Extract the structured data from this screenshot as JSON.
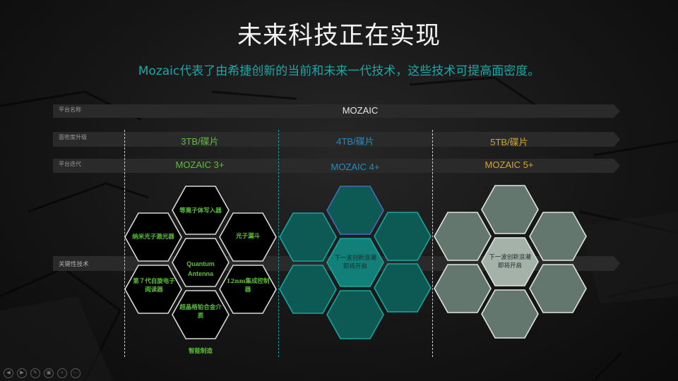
{
  "slide": {
    "title": "未来科技正在实现",
    "subtitle": "Mozaic代表了由希捷创新的当前和未来一代技术，这些技术可提高面密度。"
  },
  "rows": {
    "platform_name": {
      "label": "平台名称",
      "value": "MOZAIC"
    },
    "areal_density": {
      "label": "面密度升级",
      "values": [
        "3TB/碟片",
        "4TB/碟片",
        "5TB/碟片"
      ]
    },
    "platform_iteration": {
      "label": "平台迭代",
      "values": [
        "MOZAIC 3+",
        "MOZAIC 4+",
        "MOZAIC 5+"
      ]
    },
    "key_tech": {
      "label": "关键性技术"
    }
  },
  "colors": {
    "gen3": "#5bbf38",
    "gen4": "#1d8fc4",
    "gen5": "#d9a520",
    "subtitle": "#1fa6a6",
    "hex_teal": "#0d5953",
    "hex_teal_center": "#128078",
    "hex_grey": "#64776f",
    "hex_grey_center": "#a4b2aa"
  },
  "clusters": {
    "gen3": {
      "top": "等离子体写入器",
      "left": "纳米光子激光器",
      "right": "光子漏斗",
      "center": "Quantum Antenna",
      "lower_left": "第７代自旋电子阅读器",
      "lower_right": "12nm集成控制器",
      "bottom": "超晶格铂合金介质",
      "footer": "智能制造"
    },
    "gen4": {
      "center": "下一波创新浪潮即将开启"
    },
    "gen5": {
      "center": "下一波创新浪潮即将开启"
    }
  },
  "nav": {
    "prev": "◀",
    "next": "▶",
    "pen": "✎",
    "slides": "▣",
    "zoom": "⌕",
    "more": "⋯"
  }
}
